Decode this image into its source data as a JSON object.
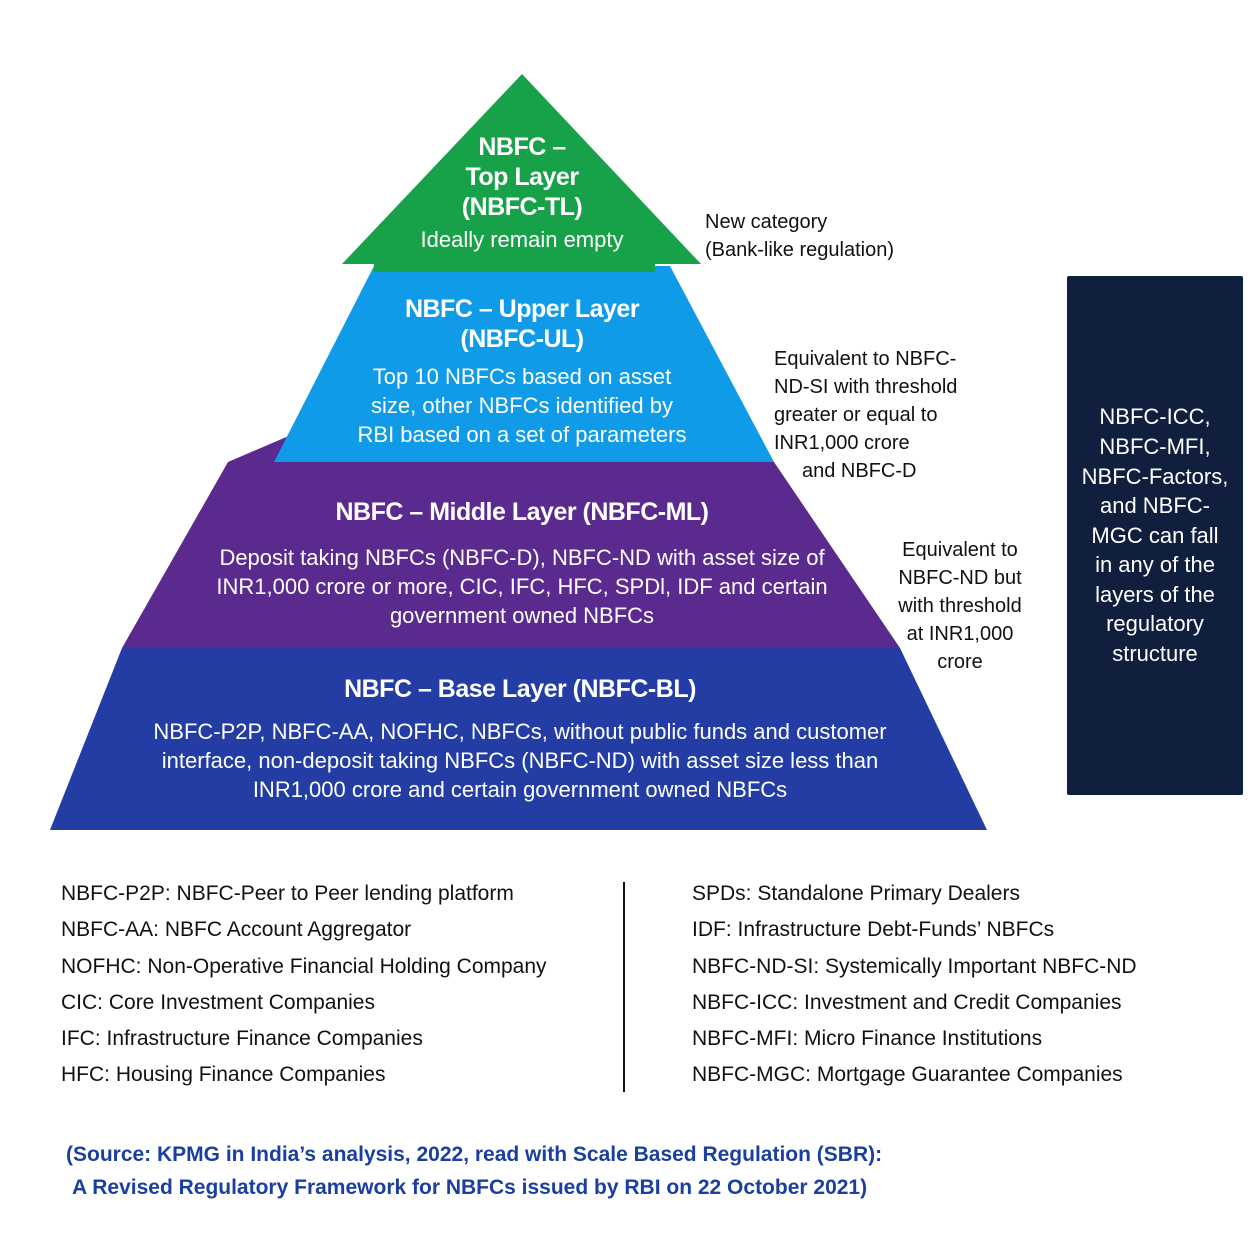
{
  "colors": {
    "top_layer": "#17a24a",
    "upper_layer": "#0f9be8",
    "middle_layer": "#5a2a8f",
    "base_layer": "#233da5",
    "side_box": "#0f1f3d",
    "source_text": "#1b3fa0"
  },
  "layers": {
    "top": {
      "title_lines": [
        "NBFC –",
        "Top Layer",
        "(NBFC-TL)"
      ],
      "description": "Ideally remain empty"
    },
    "upper": {
      "title_lines": [
        "NBFC – Upper Layer",
        "(NBFC-UL)"
      ],
      "description_lines": [
        "Top 10 NBFCs based on asset",
        "size, other NBFCs identified by",
        "RBI based on a set of parameters"
      ]
    },
    "middle": {
      "title": "NBFC – Middle Layer (NBFC-ML)",
      "description_lines": [
        "Deposit taking NBFCs (NBFC-D), NBFC-ND with asset size of",
        "INR1,000 crore or more, CIC, IFC, HFC, SPDl, IDF and certain",
        "government owned NBFCs"
      ]
    },
    "base": {
      "title": "NBFC – Base Layer (NBFC-BL)",
      "description_lines": [
        "NBFC-P2P, NBFC-AA, NOFHC, NBFCs, without public funds and customer",
        "interface, non-deposit taking NBFCs (NBFC-ND) with asset size less than",
        "INR1,000 crore and certain government owned NBFCs"
      ]
    }
  },
  "annotations": {
    "top": [
      "New category",
      "(Bank-like regulation)"
    ],
    "upper": [
      "Equivalent to NBFC-",
      "ND-SI with threshold",
      "greater or equal to",
      "INR1,000 crore",
      "and NBFC-D"
    ],
    "middle": [
      "Equivalent to",
      "NBFC-ND but",
      "with threshold",
      "at INR1,000",
      "crore"
    ]
  },
  "side_box_lines": [
    "NBFC-ICC,",
    "NBFC-MFI,",
    "NBFC-Factors,",
    "and NBFC-",
    "MGC can fall",
    "in any of the",
    "layers of the",
    "regulatory",
    "structure"
  ],
  "glossary": {
    "left": [
      {
        "term": "NBFC-P2P:",
        "definition": "NBFC-Peer to Peer lending platform"
      },
      {
        "term": "NBFC-AA:",
        "definition": "NBFC Account Aggregator"
      },
      {
        "term": "NOFHC:",
        "definition": "Non-Operative Financial Holding Company"
      },
      {
        "term": "CIC:",
        "definition": "Core Investment Companies"
      },
      {
        "term": "IFC:",
        "definition": "Infrastructure Finance Companies"
      },
      {
        "term": "HFC:",
        "definition": "Housing Finance Companies"
      }
    ],
    "right": [
      {
        "term": "SPDs:",
        "definition": "Standalone Primary Dealers"
      },
      {
        "term": "IDF:",
        "definition": "Infrastructure Debt-Funds’ NBFCs"
      },
      {
        "term": "NBFC-ND-SI:",
        "definition": "Systemically Important NBFC-ND"
      },
      {
        "term": "NBFC-ICC:",
        "definition": "Investment and Credit Companies"
      },
      {
        "term": "NBFC-MFI:",
        "definition": "Micro Finance Institutions"
      },
      {
        "term": "NBFC-MGC:",
        "definition": "Mortgage Guarantee Companies"
      }
    ]
  },
  "source_lines": [
    "(Source: KPMG in India’s analysis, 2022, read with Scale Based Regulation (SBR):",
    " A Revised Regulatory Framework for NBFCs issued by RBI on 22 October 2021)"
  ]
}
